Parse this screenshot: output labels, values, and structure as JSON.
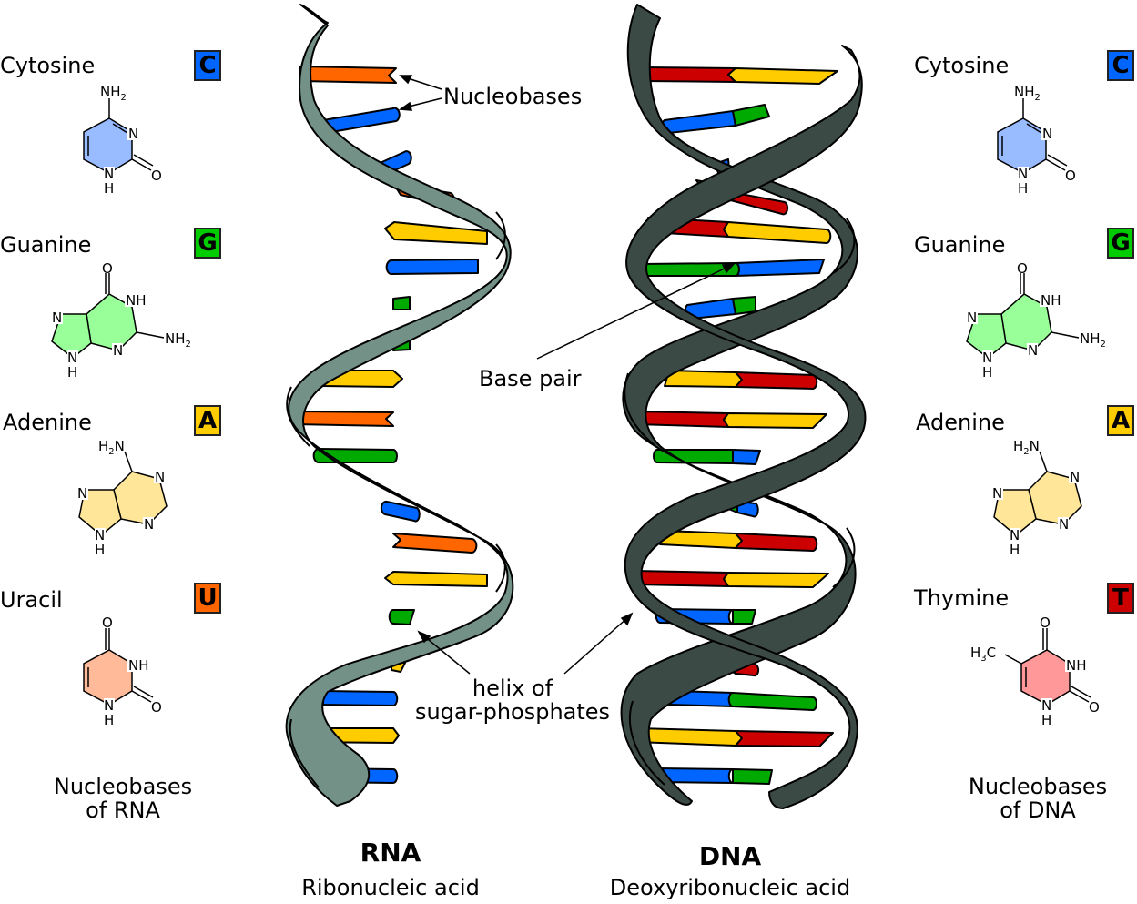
{
  "colors": {
    "cytosine": "#0066ff",
    "guanine": "#00aa00",
    "adenine": "#ffcc00",
    "uracil": "#ff6600",
    "thymine": "#cc0000",
    "cytosine_fill": "#99bbff",
    "guanine_fill": "#99ff99",
    "adenine_fill": "#ffe699",
    "uracil_fill": "#ffbb99",
    "thymine_fill": "#ff9999",
    "rna_backbone": "#739187",
    "dna_backbone": "#3c4a46"
  },
  "rna_bases": {
    "items": [
      {
        "name": "Cytosine",
        "letter": "C"
      },
      {
        "name": "Guanine",
        "letter": "G"
      },
      {
        "name": "Adenine",
        "letter": "A"
      },
      {
        "name": "Uracil",
        "letter": "U"
      }
    ],
    "caption_line1": "Nucleobases",
    "caption_line2": "of RNA"
  },
  "dna_bases": {
    "items": [
      {
        "name": "Cytosine",
        "letter": "C"
      },
      {
        "name": "Guanine",
        "letter": "G"
      },
      {
        "name": "Adenine",
        "letter": "A"
      },
      {
        "name": "Thymine",
        "letter": "T"
      }
    ],
    "caption_line1": "Nucleobases",
    "caption_line2": "of DNA"
  },
  "molecule_labels": {
    "nh2": "NH",
    "h2n": "H",
    "sub2": "2",
    "n": "N",
    "nh": "NH",
    "h": "H",
    "o": "O",
    "h3c": "H",
    "sub3": "3",
    "c": "C"
  },
  "annotations": {
    "nucleobases": "Nucleobases",
    "base_pair": "Base pair",
    "helix_line1": "helix of",
    "helix_line2": "sugar-phosphates"
  },
  "rna": {
    "title": "RNA",
    "subtitle": "Ribonucleic acid"
  },
  "dna": {
    "title": "DNA",
    "subtitle": "Deoxyribonucleic acid"
  }
}
